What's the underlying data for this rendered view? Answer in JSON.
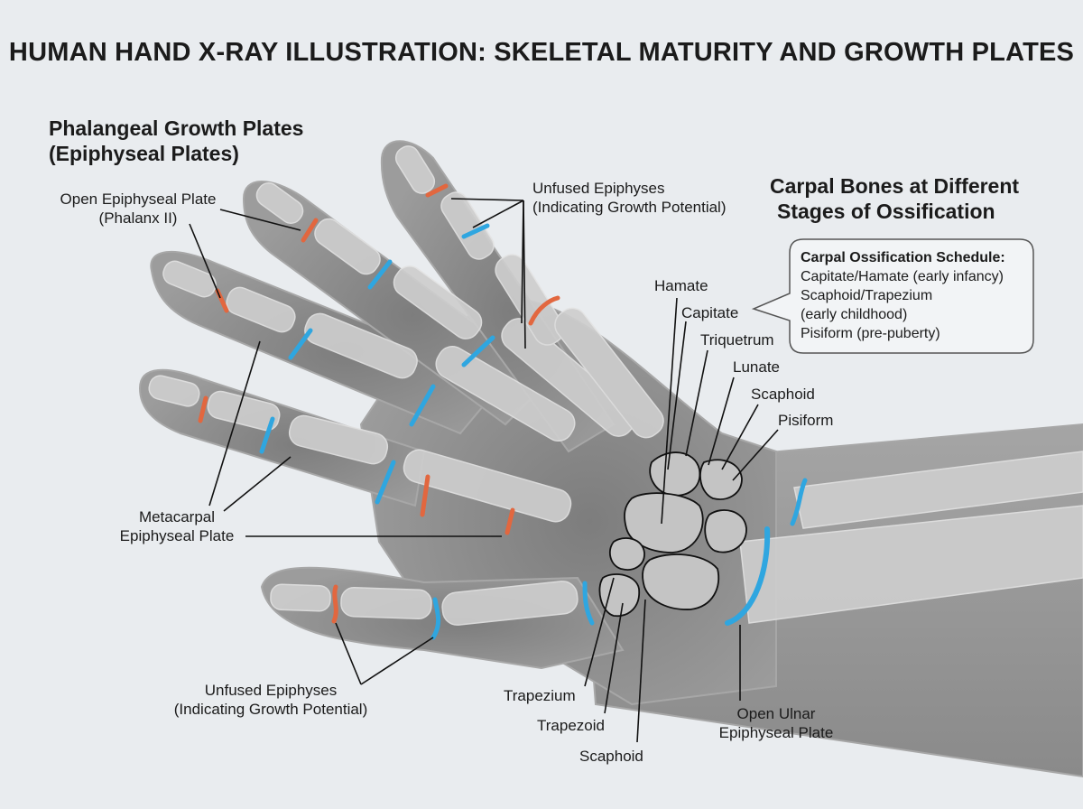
{
  "title": "HUMAN HAND X-RAY ILLUSTRATION: SKELETAL MATURITY AND GROWTH PLATES",
  "headings": {
    "phalangeal_line1": "Phalangeal Growth Plates",
    "phalangeal_line2": "(Epiphyseal Plates)",
    "carpal_line1": "Carpal Bones at Different",
    "carpal_line2": "Stages of Ossification"
  },
  "labels": {
    "open_plate_line1": "Open Epiphyseal Plate",
    "open_plate_line2": "(Phalanx II)",
    "unfused_top_line1": "Unfused Epiphyses",
    "unfused_top_line2": "(Indicating Growth Potential)",
    "metacarpal_line1": "Metacarpal",
    "metacarpal_line2": "Epiphyseal Plate",
    "unfused_bottom_line1": "Unfused Epiphyses",
    "unfused_bottom_line2": "(Indicating Growth Potential)",
    "hamate": "Hamate",
    "capitate": "Capitate",
    "triquetrum": "Triquetrum",
    "lunate": "Lunate",
    "scaphoid_upper": "Scaphoid",
    "pisiform": "Pisiform",
    "trapezium": "Trapezium",
    "trapezoid": "Trapezoid",
    "scaphoid_lower": "Scaphoid",
    "ulnar_line1": "Open Ulnar",
    "ulnar_line2": "Epiphyseal Plate"
  },
  "schedule": {
    "title": "Carpal Ossification Schedule:",
    "line1": "Capitate/Hamate (early infancy)",
    "line2": "Scaphoid/Trapezium",
    "line3": "(early childhood)",
    "line4": "Pisiform (pre-puberty)"
  },
  "colors": {
    "background": "#e9ecef",
    "skin": "#8f8f8f",
    "bone": "#cdcdcd",
    "plate_red": "#e2673f",
    "plate_blue": "#2fa6e0",
    "outline": "#111111"
  }
}
